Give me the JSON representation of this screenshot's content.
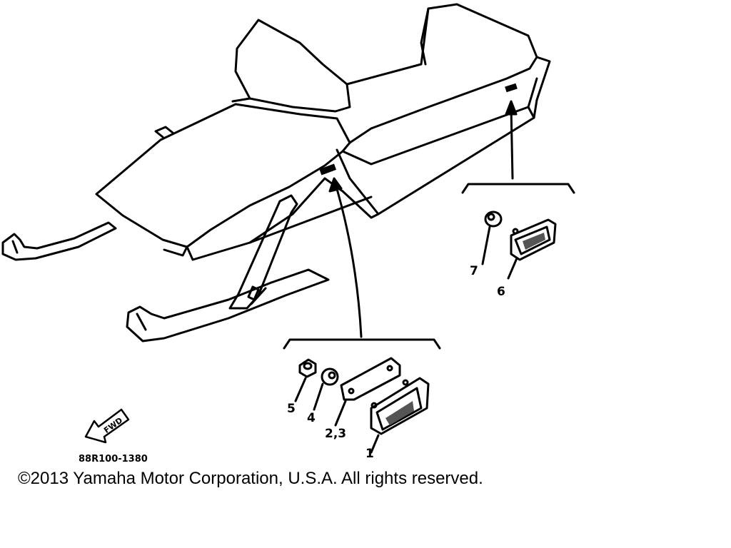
{
  "diagram": {
    "fwd_label": "FWD",
    "drawing_code": "88R100-1380",
    "callouts": {
      "c1": "1",
      "c23": "2,3",
      "c4": "4",
      "c5": "5",
      "c6": "6",
      "c7": "7"
    }
  },
  "footer": {
    "copyright": "©2013 Yamaha Motor Corporation, U.S.A. All rights reserved."
  }
}
